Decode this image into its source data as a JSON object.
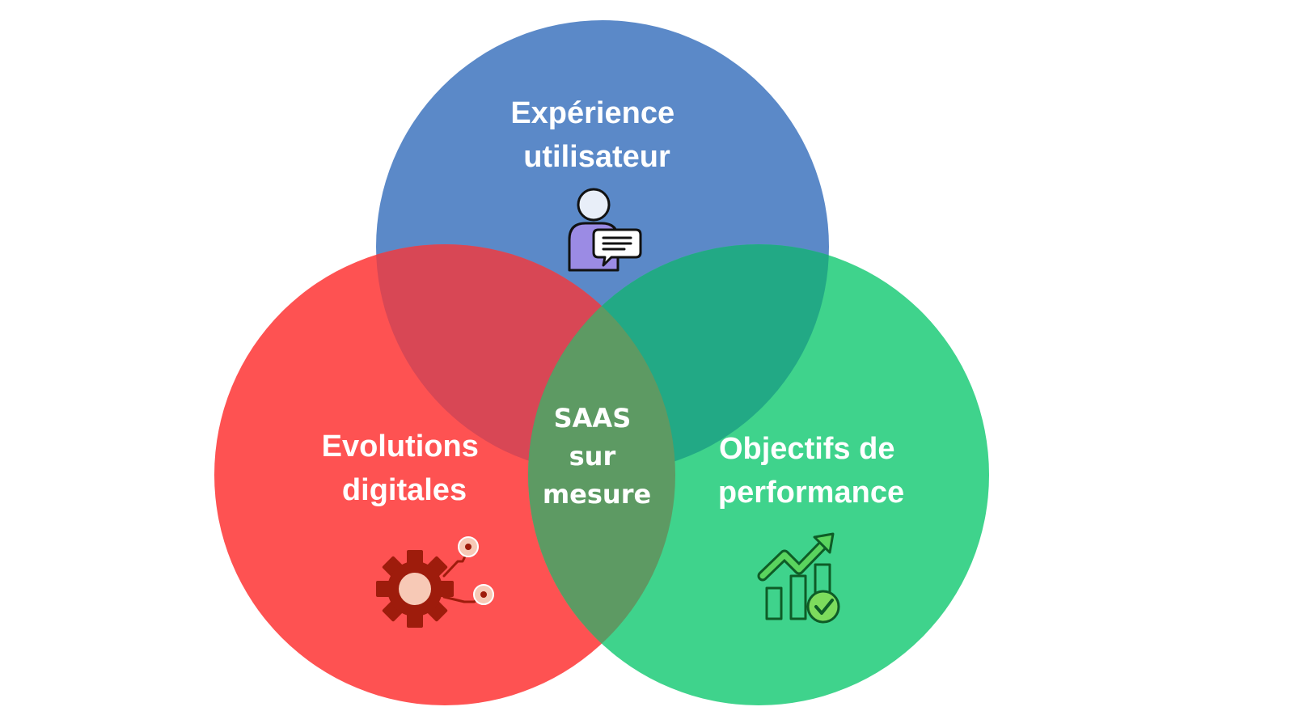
{
  "diagram": {
    "type": "venn",
    "circles": [
      {
        "id": "top",
        "label_lines": [
          "Expérience",
          "utilisateur"
        ],
        "color": "#5b89c8",
        "icon": "user-chat-icon"
      },
      {
        "id": "left",
        "label_lines": [
          "Evolutions",
          "digitales"
        ],
        "color": "#fe5252",
        "icon": "gear-circuit-icon"
      },
      {
        "id": "right",
        "label_lines": [
          "Objectifs de",
          "performance"
        ],
        "color": "#3fd38c",
        "icon": "growth-chart-icon"
      }
    ],
    "center": {
      "label_lines": [
        "SAAS",
        "sur",
        "mesure"
      ],
      "color": "#5d9a63"
    },
    "overlap_colors": {
      "top_left": "#d84755",
      "top_right": "#22a985"
    }
  }
}
